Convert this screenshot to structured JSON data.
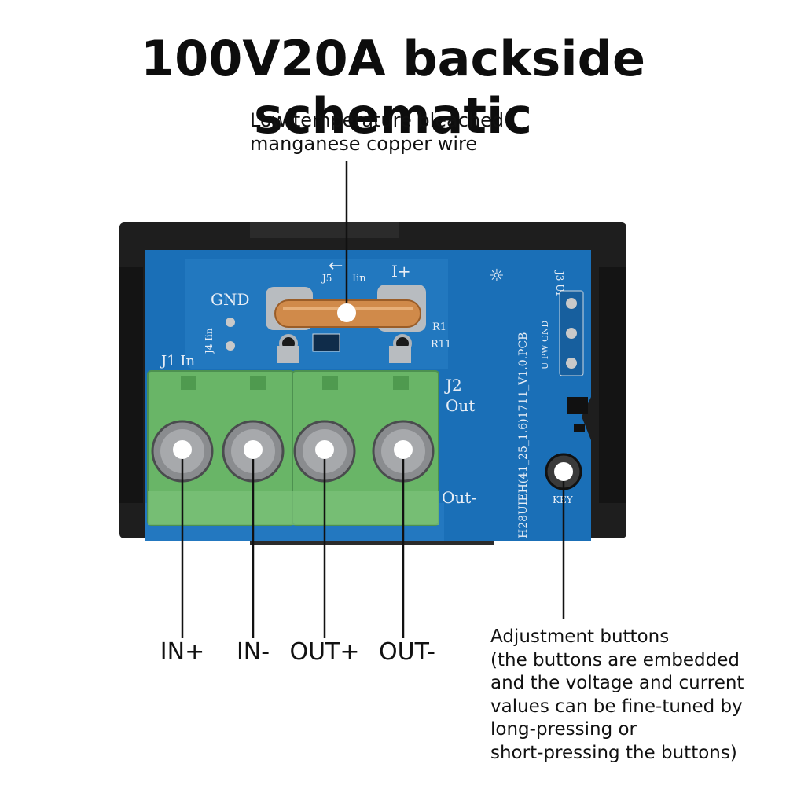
{
  "title": "100V20A backside schematic",
  "wire_callout": {
    "lines": [
      "Low temperature bleached",
      "manganese copper wire"
    ]
  },
  "buttons_callout": {
    "lines": [
      "Adjustment buttons",
      "(the buttons are embedded",
      "and the voltage and current",
      "values can be fine-tuned by",
      "long-pressing or",
      "short-pressing the buttons)"
    ]
  },
  "terminals": [
    {
      "label": "IN+"
    },
    {
      "label": "IN-"
    },
    {
      "label": "OUT+"
    },
    {
      "label": "OUT-"
    }
  ],
  "pcb_silkscreen": {
    "gnd": "GND",
    "j4_iin": "J4 Iin",
    "j5": "J5",
    "iin": "Iin",
    "iplus": "I+",
    "r1": "R1",
    "r11": "R11",
    "j1_in": "J1  In",
    "j2": "J2",
    "out": "Out",
    "out_minus": "Out-",
    "j3_up": "J3 UP",
    "u_pw_gnd": "U  PW  GND",
    "model": "H28UIEH(41_25_1.6)1711_V1.0.PCB",
    "key": "KEY"
  },
  "colors": {
    "pcb": "#1a6fb7",
    "terminal": "#69b567",
    "frame": "#1e1e1e",
    "copper": "#d08a4a"
  }
}
